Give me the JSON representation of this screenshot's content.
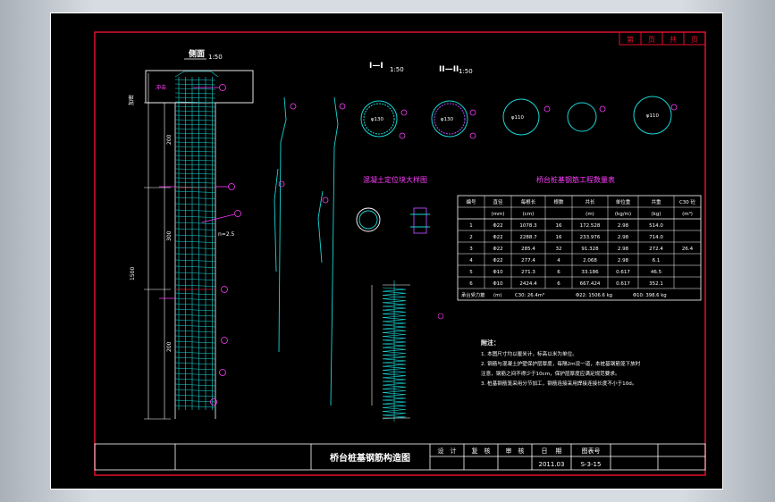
{
  "drawing": {
    "title": "桥台桩基钢筋构造图",
    "date": "2011.03",
    "drawing_no": "S-3-15",
    "sheet_labels": [
      "第",
      "页",
      "共",
      "页"
    ],
    "titleblock_labels": [
      "设",
      "计",
      "复",
      "核",
      "审",
      "核",
      "日",
      "期",
      "图表号"
    ]
  },
  "elevation": {
    "title": "侧面",
    "scale": "1:50",
    "labels": [
      "冲击",
      "加密",
      "200",
      "300",
      "200",
      "1500",
      "n=2.5"
    ]
  },
  "sections": [
    {
      "title": "I—I",
      "scale": "1:50"
    },
    {
      "title": "II—II",
      "scale": "1:50"
    }
  ],
  "section_dims": [
    "φ130",
    "φ130",
    "φ110",
    "φ110"
  ],
  "detail": {
    "title": "混凝土定位块大样图"
  },
  "table": {
    "title": "桥台桩基钢筋工程数量表",
    "headers": [
      [
        "编号",
        "直径",
        "每根长",
        "根数",
        "共长",
        "单位重",
        "共重",
        "C30 砼"
      ],
      [
        "",
        "(mm)",
        "(cm)",
        "",
        "(m)",
        "(kg/m)",
        "(kg)",
        "(m³)"
      ]
    ],
    "rows": [
      [
        "1",
        "Φ22",
        "1078.3",
        "16",
        "172.528",
        "2.98",
        "514.0",
        ""
      ],
      [
        "2",
        "Φ22",
        "2288.7",
        "16",
        "233.976",
        "2.98",
        "714.0",
        ""
      ],
      [
        "3",
        "Φ22",
        "285.4",
        "32",
        "91.328",
        "2.98",
        "272.4",
        "26.4"
      ],
      [
        "4",
        "Φ22",
        "277.4",
        "4",
        "2.068",
        "2.98",
        "6.1",
        ""
      ],
      [
        "5",
        "Φ10",
        "271.3",
        "6",
        "33.186",
        "0.617",
        "46.5",
        ""
      ],
      [
        "6",
        "Φ10",
        "2424.4",
        "6",
        "667.424",
        "0.617",
        "352.1",
        ""
      ]
    ],
    "footer": [
      "承台受力筋",
      "(m)",
      "C30: 26.4m³",
      "Φ22: 1506.6 kg",
      "Φ10: 398.6 kg"
    ]
  },
  "notes": {
    "title": "附注：",
    "lines": [
      "1. 本图尺寸均以厘米计，标高以米为单位。",
      "2. 钢筋与混凝土护壁保护层厚度，每隔2m设一道，本桩基钢筋笼下放时",
      "   注意，钢筋之间不得少于10cm，保护层厚度应满足规范要求。",
      "3. 桩基钢筋笼采用分节加工，钢筋连接采用焊接连接长度不小于10d。"
    ]
  },
  "colors": {
    "frame": "#e0102a",
    "rebar": "#19d6d6",
    "line": "#ffffff",
    "marker": "#ff3cff"
  }
}
